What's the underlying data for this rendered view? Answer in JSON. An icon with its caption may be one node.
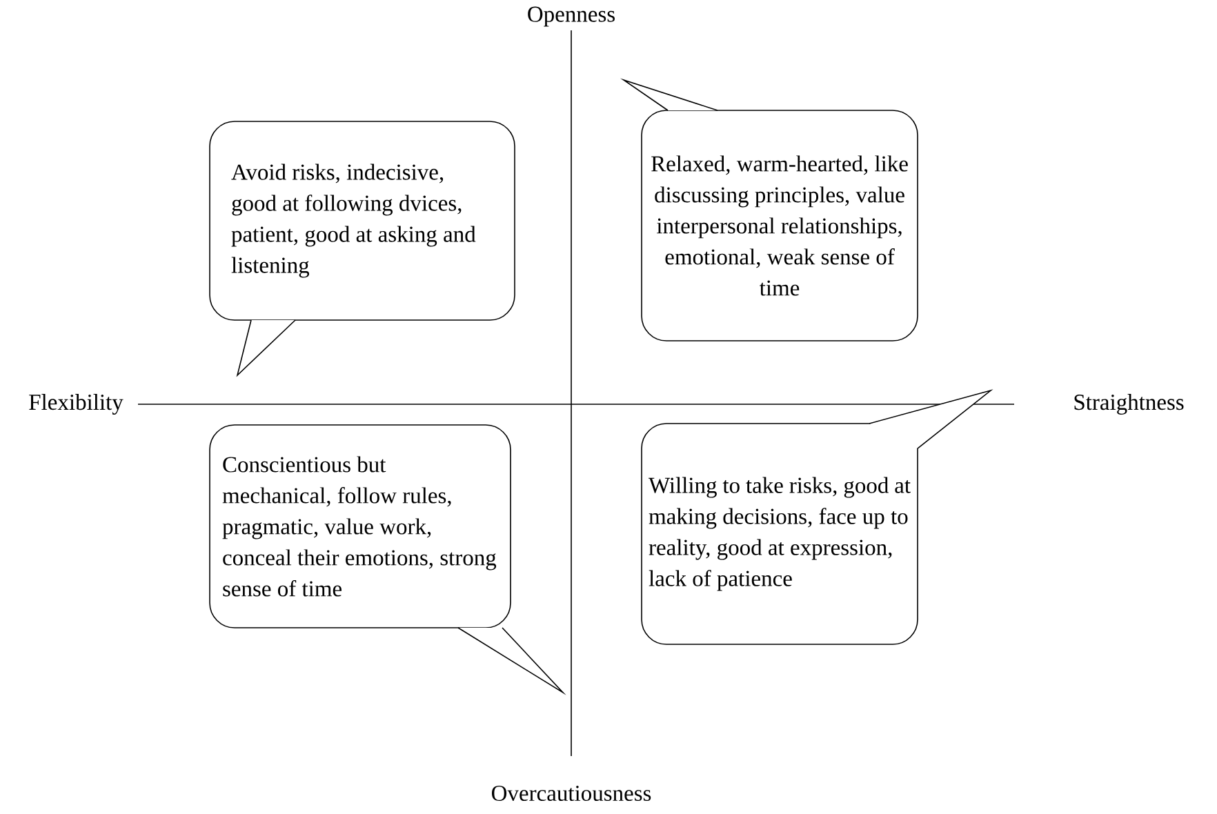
{
  "diagram": {
    "nodes": [
      {
        "text": [
          "Avoid risks, indecisive, good at following dvices, patient, good at asking and listening"
        ]
      },
      {
        "text": [
          "Relaxed, warm-hearted, like discussing principles, value interpersonal relationships, emotional, weak sense of time"
        ]
      },
      {
        "text": [
          "Conscientious but mechanical, follow rules, pragmatic, value work, conceal their emotions, strong sense of time"
        ]
      },
      {
        "text": [
          "Willing to take risks, good at making decisions, face up to reality, good at expression, lack of patience"
        ]
      }
    ],
    "labels": [
      "Openness",
      "Flexibility",
      "Straightness",
      "Overcautiousness"
    ]
  }
}
